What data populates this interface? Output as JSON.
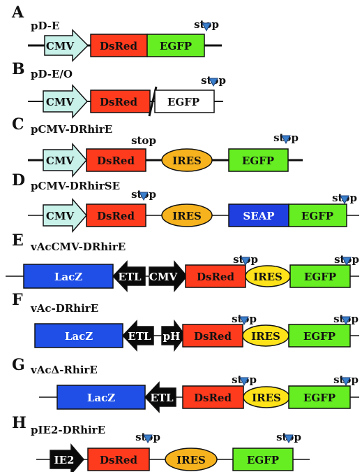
{
  "colors": {
    "cmv": "#c8f1ea",
    "dsred": "#ff3b1e",
    "egfp": "#66ee22",
    "egfp_white": "#ffffff",
    "ires": "#f7b31e",
    "ires_yellow": "#ffe31a",
    "seap": "#1f3fe0",
    "lacz": "#1f4fe6",
    "black": "#0a0a0a",
    "stop_marker": "#3a7fcc"
  },
  "icons": {
    "stop_marker": "triangle-marker-icon"
  },
  "panels": [
    {
      "letter": "A",
      "name": "pD-E",
      "elements": [
        {
          "label": "CMV",
          "kind": "arrow-right",
          "color": "cmv"
        },
        {
          "label": "DsRed",
          "kind": "box",
          "color": "dsred"
        },
        {
          "label": "EGFP",
          "kind": "box",
          "color": "egfp"
        }
      ],
      "stops": [
        {
          "label": "stop",
          "marker": true
        }
      ]
    },
    {
      "letter": "B",
      "name": "pD-E/O",
      "elements": [
        {
          "label": "CMV",
          "kind": "arrow-right",
          "color": "cmv"
        },
        {
          "label": "DsRed",
          "kind": "box",
          "color": "dsred"
        },
        {
          "label": "EGFP",
          "kind": "box",
          "color": "egfp_white"
        }
      ],
      "stops": [
        {
          "label": "stop",
          "marker": true
        }
      ]
    },
    {
      "letter": "C",
      "name": "pCMV-DRhirE",
      "elements": [
        {
          "label": "CMV",
          "kind": "arrow-right",
          "color": "cmv"
        },
        {
          "label": "DsRed",
          "kind": "box",
          "color": "dsred"
        },
        {
          "label": "IRES",
          "kind": "ellipse",
          "color": "ires"
        },
        {
          "label": "EGFP",
          "kind": "box",
          "color": "egfp"
        }
      ],
      "stops": [
        {
          "label": "stop",
          "marker": false
        },
        {
          "label": "stop",
          "marker": true
        }
      ]
    },
    {
      "letter": "D",
      "name": "pCMV-DRhirSE",
      "elements": [
        {
          "label": "CMV",
          "kind": "arrow-right",
          "color": "cmv"
        },
        {
          "label": "DsRed",
          "kind": "box",
          "color": "dsred"
        },
        {
          "label": "IRES",
          "kind": "ellipse",
          "color": "ires"
        },
        {
          "label": "SEAP",
          "kind": "box",
          "color": "seap"
        },
        {
          "label": "EGFP",
          "kind": "box",
          "color": "egfp"
        }
      ],
      "stops": [
        {
          "label": "stop",
          "marker": true
        },
        {
          "label": "stop",
          "marker": true
        }
      ]
    },
    {
      "letter": "E",
      "name": "vAcCMV-DRhirE",
      "elements": [
        {
          "label": "LacZ",
          "kind": "box",
          "color": "lacz"
        },
        {
          "label": "ETL",
          "kind": "arrow-left",
          "color": "black"
        },
        {
          "label": "CMV",
          "kind": "arrow-right",
          "color": "black"
        },
        {
          "label": "DsRed",
          "kind": "box",
          "color": "dsred"
        },
        {
          "label": "IRES",
          "kind": "ellipse",
          "color": "ires_yellow"
        },
        {
          "label": "EGFP",
          "kind": "box",
          "color": "egfp"
        }
      ],
      "stops": [
        {
          "label": "stop",
          "marker": true
        },
        {
          "label": "stop",
          "marker": true
        }
      ]
    },
    {
      "letter": "F",
      "name": "vAc-DRhirE",
      "elements": [
        {
          "label": "LacZ",
          "kind": "box",
          "color": "lacz"
        },
        {
          "label": "ETL",
          "kind": "arrow-left",
          "color": "black"
        },
        {
          "label": "pH",
          "kind": "arrow-right",
          "color": "black"
        },
        {
          "label": "DsRed",
          "kind": "box",
          "color": "dsred"
        },
        {
          "label": "IRES",
          "kind": "ellipse",
          "color": "ires_yellow"
        },
        {
          "label": "EGFP",
          "kind": "box",
          "color": "egfp"
        }
      ],
      "stops": [
        {
          "label": "stop",
          "marker": true
        },
        {
          "label": "stop",
          "marker": true
        }
      ]
    },
    {
      "letter": "G",
      "name": "vAcΔ-RhirE",
      "elements": [
        {
          "label": "LacZ",
          "kind": "box",
          "color": "lacz"
        },
        {
          "label": "ETL",
          "kind": "arrow-left",
          "color": "black"
        },
        {
          "label": "DsRed",
          "kind": "box",
          "color": "dsred"
        },
        {
          "label": "IRES",
          "kind": "ellipse",
          "color": "ires_yellow"
        },
        {
          "label": "EGFP",
          "kind": "box",
          "color": "egfp"
        }
      ],
      "stops": [
        {
          "label": "stop",
          "marker": true
        },
        {
          "label": "stop",
          "marker": true
        }
      ]
    },
    {
      "letter": "H",
      "name": "pIE2-DRhirE",
      "elements": [
        {
          "label": "IE2",
          "kind": "arrow-right",
          "color": "black"
        },
        {
          "label": "DsRed",
          "kind": "box",
          "color": "dsred"
        },
        {
          "label": "IRES",
          "kind": "ellipse",
          "color": "ires"
        },
        {
          "label": "EGFP",
          "kind": "box",
          "color": "egfp"
        }
      ],
      "stops": [
        {
          "label": "stop",
          "marker": true
        },
        {
          "label": "stop",
          "marker": true
        }
      ]
    }
  ]
}
